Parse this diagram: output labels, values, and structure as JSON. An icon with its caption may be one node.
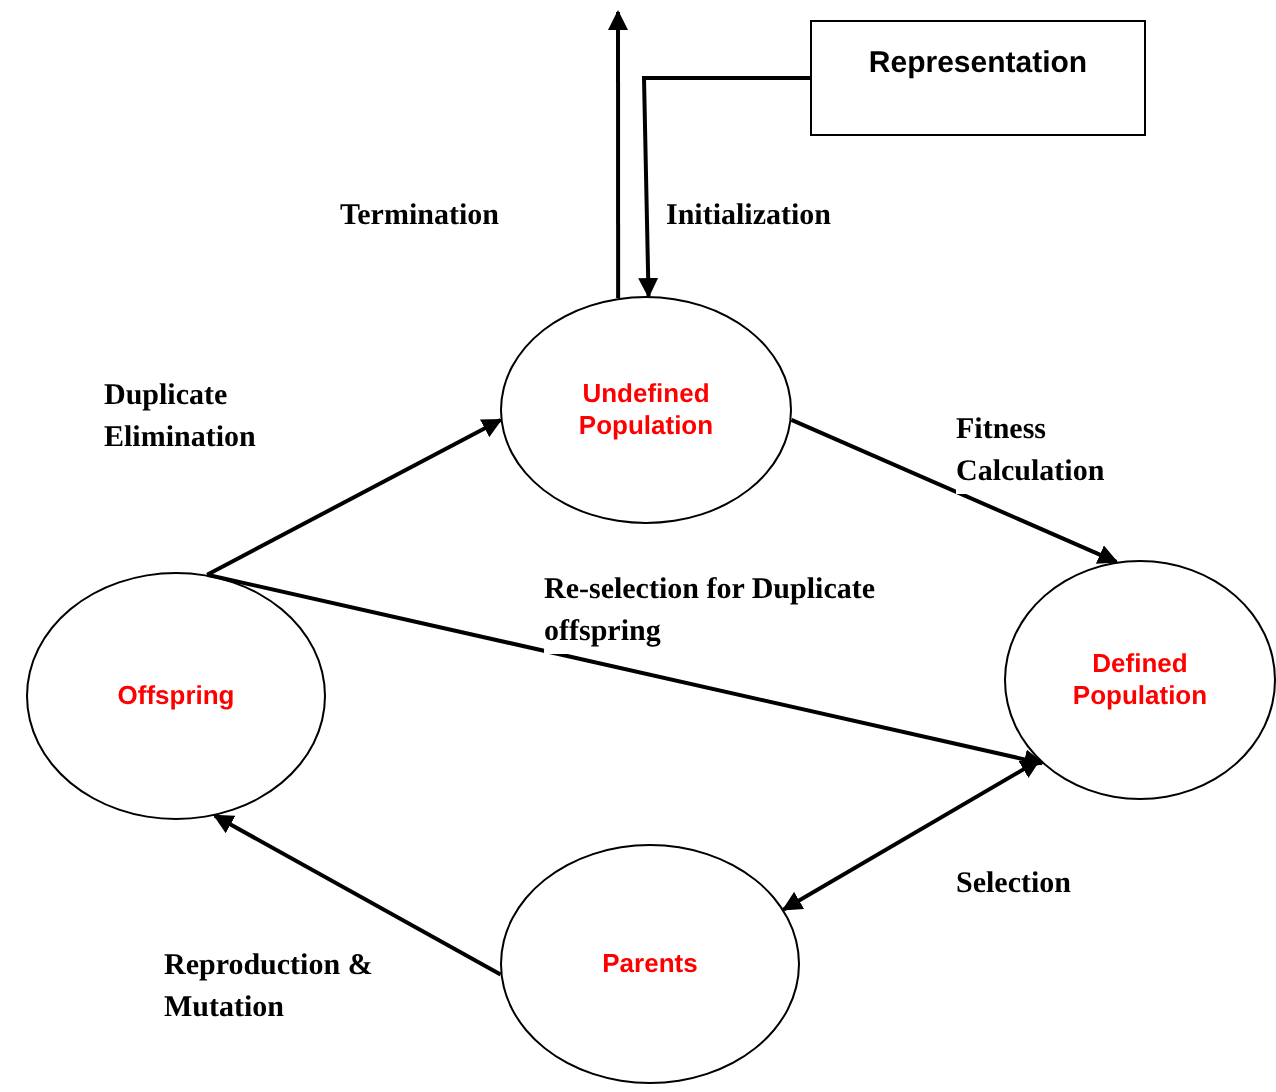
{
  "diagram": {
    "nodes": [
      {
        "text": [
          "Representation"
        ]
      },
      {
        "text": [
          "Undefined Population"
        ]
      },
      {
        "text": [
          "Defined Population"
        ]
      },
      {
        "text": [
          "Offspring"
        ]
      },
      {
        "text": [
          "Parents"
        ]
      }
    ],
    "edges": [
      {
        "from": 1,
        "to": null,
        "arrow": "to",
        "label": "Termination"
      },
      {
        "from": 0,
        "to": 1,
        "arrow": "to",
        "label": "Initialization"
      },
      {
        "from": 3,
        "to": 1,
        "arrow": "to",
        "label": "Duplicate Elimination"
      },
      {
        "from": 1,
        "to": 2,
        "arrow": "to",
        "label": "Fitness Calculation"
      },
      {
        "from": 3,
        "to": 2,
        "arrow": "to",
        "label": "Re-selection for Duplicate offspring"
      },
      {
        "from": 2,
        "to": 4,
        "arrow": "both",
        "label": "Selection"
      },
      {
        "from": 4,
        "to": 3,
        "arrow": "to",
        "label": "Reproduction & Mutation"
      }
    ]
  }
}
